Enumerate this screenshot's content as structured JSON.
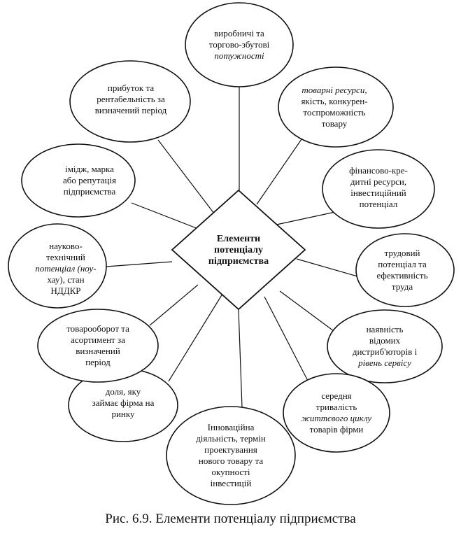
{
  "center": {
    "lines": [
      "Елементи",
      "потенціалу",
      "підприємства"
    ]
  },
  "nodes": [
    {
      "id": "production-capacities",
      "lines": [
        "виробничі та",
        "торгово-збутові",
        "потужності"
      ],
      "italic_lines": [
        2
      ]
    },
    {
      "id": "product-resources",
      "lines": [
        "товарні ресурси,",
        "якість, конкурен-",
        "тоспроможність",
        "товару"
      ],
      "italic_lines": [
        0
      ]
    },
    {
      "id": "financial-resources",
      "lines": [
        "фінансово-кре-",
        "дитні ресурси,",
        "інвестиційний",
        "потенціал"
      ],
      "italic_lines": []
    },
    {
      "id": "labor-potential",
      "lines": [
        "трудовий",
        "потенціал та",
        "ефективність",
        "труда"
      ],
      "italic_lines": []
    },
    {
      "id": "distributors",
      "lines": [
        "наявність",
        "відомих",
        "дистриб'юторів і",
        "рівень сервісу"
      ],
      "italic_lines": [
        3
      ]
    },
    {
      "id": "product-lifecycle",
      "lines": [
        "середня",
        "тривалість",
        "життєвого циклу",
        "товарів фірми"
      ],
      "italic_lines": [
        2
      ]
    },
    {
      "id": "innovation-activity",
      "lines": [
        "Інноваційна",
        "діяльність, термін",
        "проектування",
        "нового товару та",
        "окупності",
        "інвестицій"
      ],
      "italic_lines": []
    },
    {
      "id": "market-share",
      "lines": [
        "доля, яку",
        "займає фірма на",
        "ринку"
      ],
      "italic_lines": []
    },
    {
      "id": "turnover-assortment",
      "lines": [
        "товарооборот та",
        "асортимент за",
        "визначений",
        "період"
      ],
      "italic_lines": []
    },
    {
      "id": "rnd-potential",
      "lines": [
        "науково-",
        "технічний",
        "потенціал (ноу-",
        "хау), стан",
        "НДДКР"
      ],
      "italic_lines": [
        2
      ]
    },
    {
      "id": "image-brand",
      "lines": [
        "імідж, марка",
        "або репутація",
        "підприємства"
      ],
      "italic_lines": []
    },
    {
      "id": "profit-profitability",
      "lines": [
        "прибуток та",
        "рентабельність за",
        "визначений період"
      ],
      "italic_lines": []
    }
  ],
  "caption": "Рис. 6.9. Елементи потенціалу підприємства"
}
